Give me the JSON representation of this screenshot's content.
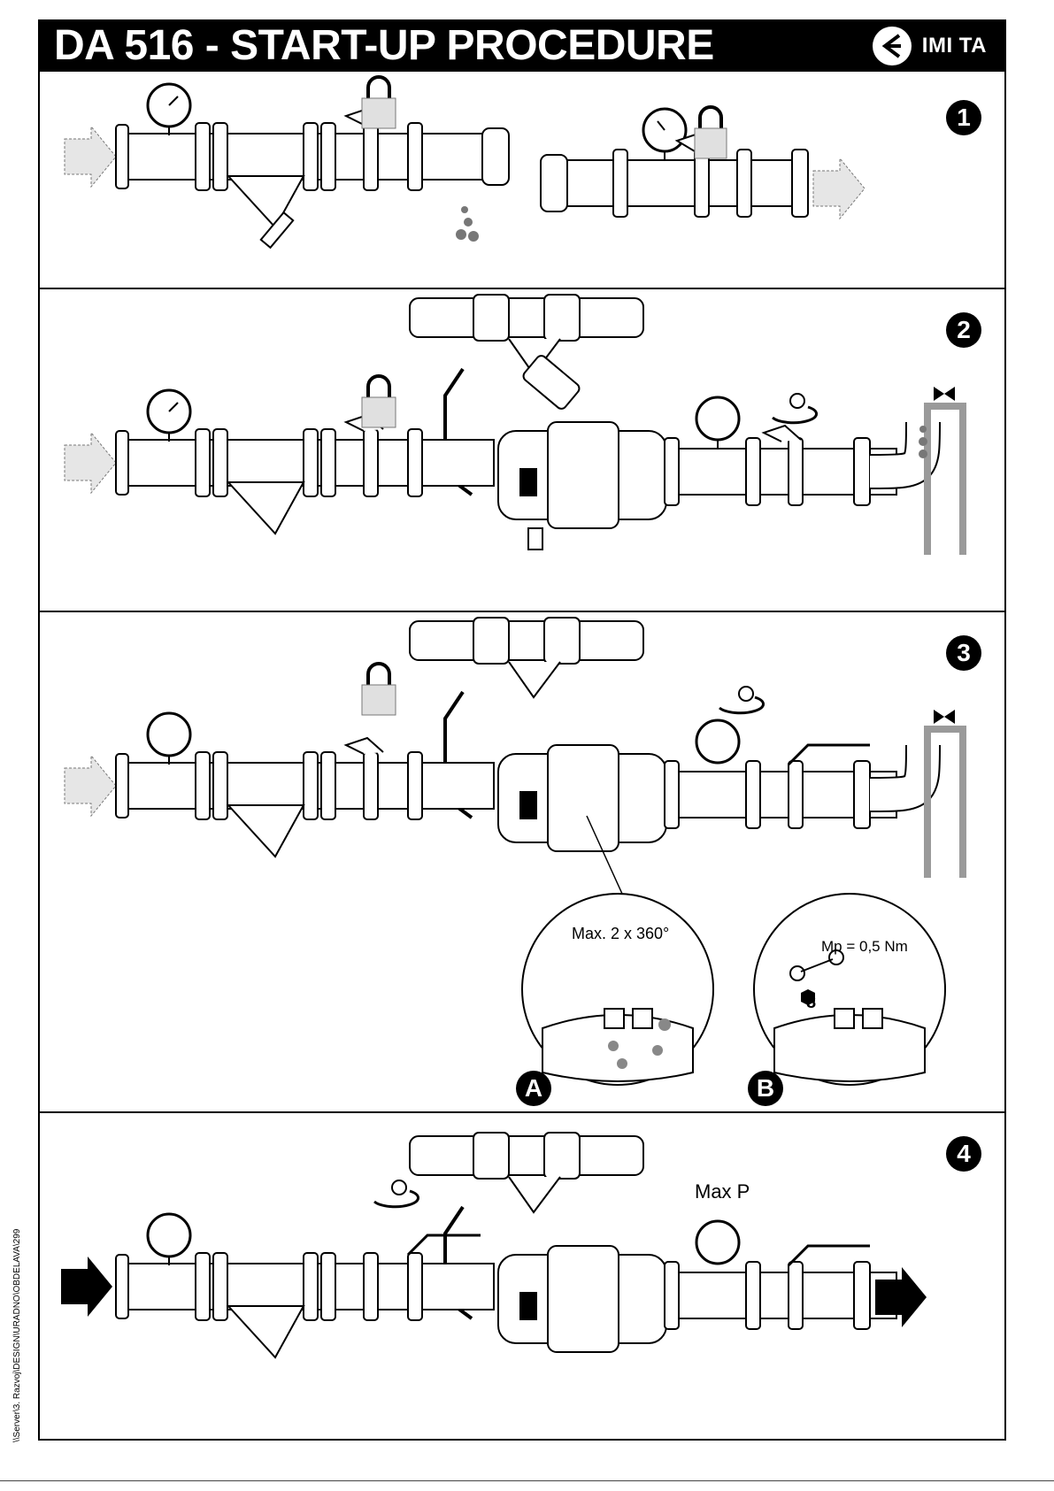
{
  "header": {
    "title": "DA 516 - START-UP PROCEDURE",
    "brand": "IMI TA"
  },
  "steps": [
    {
      "number": "1"
    },
    {
      "number": "2"
    },
    {
      "number": "3"
    },
    {
      "number": "4"
    }
  ],
  "detail_a": {
    "note": "Max. 2 x 360°",
    "letter": "A"
  },
  "detail_b": {
    "note": "Mp = 0,5 Nm",
    "wrench_size": "8",
    "letter": "B"
  },
  "step4_label": "Max P",
  "side_note": "\\\\Server\\3. Razvoj\\DESIGN\\URADNO\\OBDELAVA\\299",
  "colors": {
    "ink": "#000000",
    "paper": "#ffffff",
    "arrow_fill": "#e6e6e6",
    "lock_fill": "#e0e0e0",
    "pipe_gray": "#9a9a9a"
  }
}
